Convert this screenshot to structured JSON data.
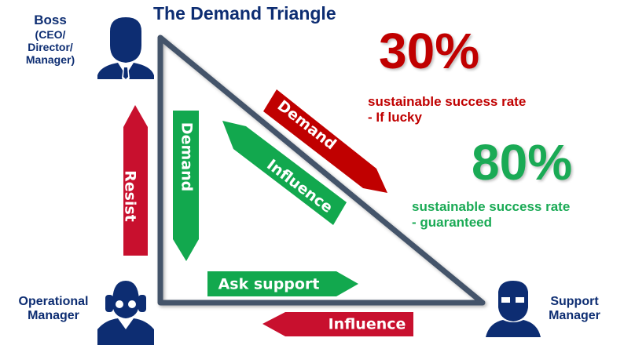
{
  "title": "The Demand Triangle",
  "roles": {
    "boss": {
      "name": "Boss",
      "sub_lines": [
        "(CEO/",
        "Director/",
        "Manager)"
      ]
    },
    "operational": {
      "lines": [
        "Operational",
        "Manager"
      ]
    },
    "support": {
      "lines": [
        "Support",
        "Manager"
      ]
    }
  },
  "arrows": {
    "resist": {
      "label": "Resist",
      "direction": "up",
      "color": "#c8102e"
    },
    "demand_down": {
      "label": "Demand",
      "direction": "down",
      "color": "#12a84e"
    },
    "influence_up_left": {
      "label": "Influence",
      "direction": "up-left",
      "color": "#12a84e"
    },
    "demand_down_right": {
      "label": "Demand",
      "direction": "down-right",
      "color": "#c00000"
    },
    "ask_support": {
      "label": "Ask support",
      "direction": "right",
      "color": "#12a84e"
    },
    "influence_left": {
      "label": "Influence",
      "direction": "left",
      "color": "#c8102e"
    }
  },
  "stats": {
    "lucky": {
      "value": "30%",
      "lines": [
        "sustainable success rate",
        "- If lucky"
      ],
      "color": "#c00000"
    },
    "guaranteed": {
      "value": "80%",
      "lines": [
        "sustainable success rate",
        "- guaranteed"
      ],
      "color": "#1aaa55"
    }
  },
  "colors": {
    "navy": "#0d2d72",
    "triangle": "#44546a"
  }
}
